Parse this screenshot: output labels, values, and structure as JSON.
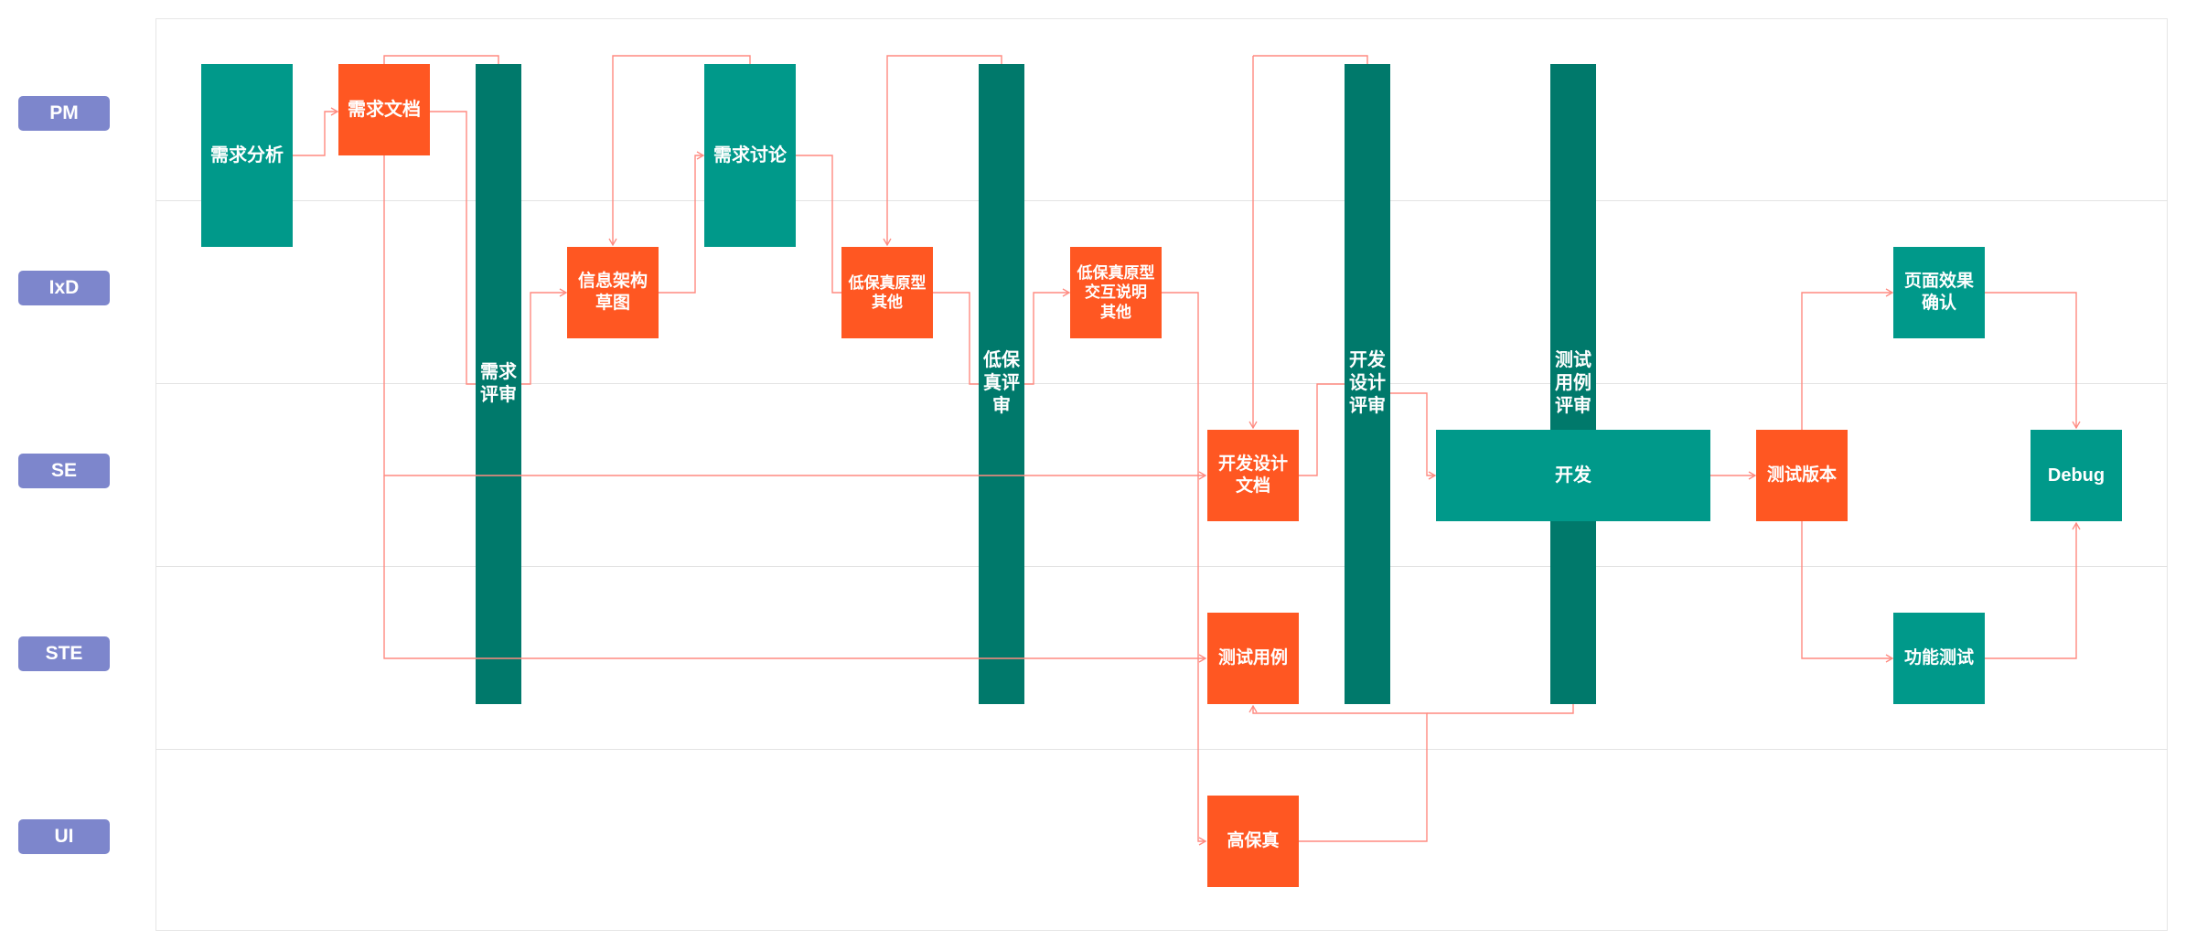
{
  "lanes": [
    {
      "label": "PM"
    },
    {
      "label": "IxD"
    },
    {
      "label": "SE"
    },
    {
      "label": "STE"
    },
    {
      "label": "UI"
    }
  ],
  "nodes": {
    "req_analysis": "需求分析",
    "req_doc": "需求文档",
    "req_review": "需求\n评审",
    "ia_draft": "信息架构\n草图",
    "req_discuss": "需求讨论",
    "lofi_other": "低保真原型\n其他",
    "lofi_review": "低保\n真评\n审",
    "lofi_interaction": "低保真原型\n交互说明\n其他",
    "dev_design_doc": "开发设计\n文档",
    "dev_design_review": "开发\n设计\n评审",
    "test_case_review": "测试\n用例\n评审",
    "dev": "开发",
    "test_version": "测试版本",
    "page_effect_confirm": "页面效果\n确认",
    "debug": "Debug",
    "test_case": "测试用例",
    "func_test": "功能测试",
    "hifi": "高保真"
  },
  "colors": {
    "teal": "#00998a",
    "orange": "#ff5722",
    "dark_teal": "#00796b",
    "lane_label": "#7d86cc",
    "connector": "#ff8a80"
  }
}
